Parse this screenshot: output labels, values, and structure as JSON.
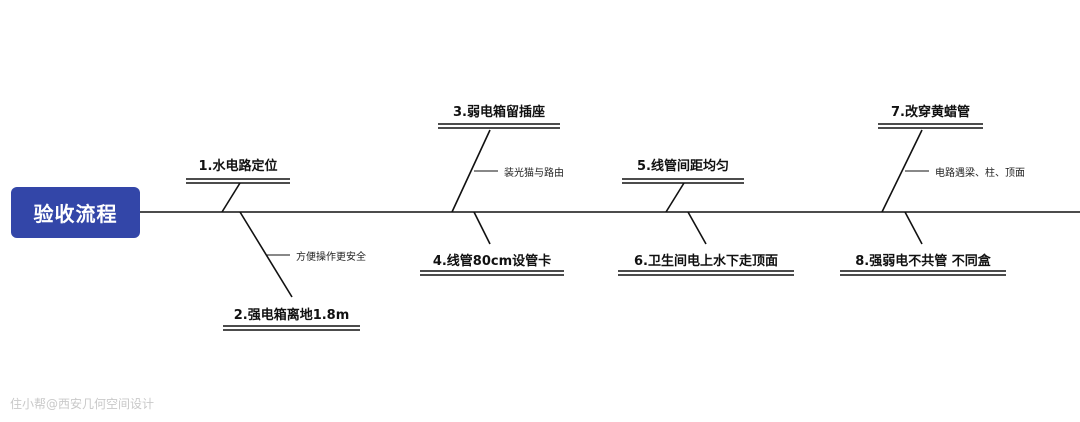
{
  "root": {
    "label": "验收流程"
  },
  "topics": [
    {
      "id": "t1",
      "label": "1.水电路定位"
    },
    {
      "id": "t2",
      "label": "2.强电箱离地1.8m",
      "note": "方便操作更安全"
    },
    {
      "id": "t3",
      "label": "3.弱电箱留插座",
      "note": "装光猫与路由"
    },
    {
      "id": "t4",
      "label": "4.线管80cm设管卡"
    },
    {
      "id": "t5",
      "label": "5.线管间距均匀"
    },
    {
      "id": "t6",
      "label": "6.卫生间电上水下走顶面"
    },
    {
      "id": "t7",
      "label": "7.改穿黄蜡管",
      "note": "电路遇梁、柱、顶面"
    },
    {
      "id": "t8",
      "label": "8.强弱电不共管 不同盒"
    }
  ],
  "watermark": "住小帮@西安几何空间设计",
  "colors": {
    "root_bg": "#3346a8",
    "line": "#111111",
    "text": "#111111"
  }
}
